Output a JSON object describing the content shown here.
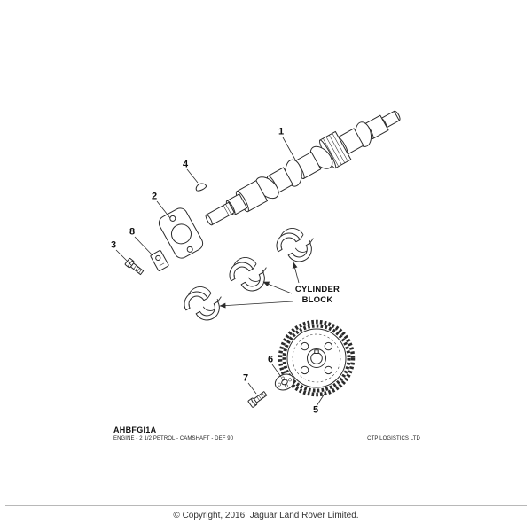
{
  "sheet": {
    "code": "AHBFGI1A",
    "subtitle": "ENGINE - 2 1/2 PETROL - CAMSHAFT - DEF 90",
    "vendor": "CTP LOGISTICS LTD",
    "cylinder_block_label": "CYLINDER BLOCK",
    "callouts": [
      "1",
      "2",
      "3",
      "4",
      "5",
      "6",
      "7",
      "8"
    ]
  },
  "footer": {
    "copyright": "© Copyright, 2016. Jaguar Land Rover Limited."
  }
}
